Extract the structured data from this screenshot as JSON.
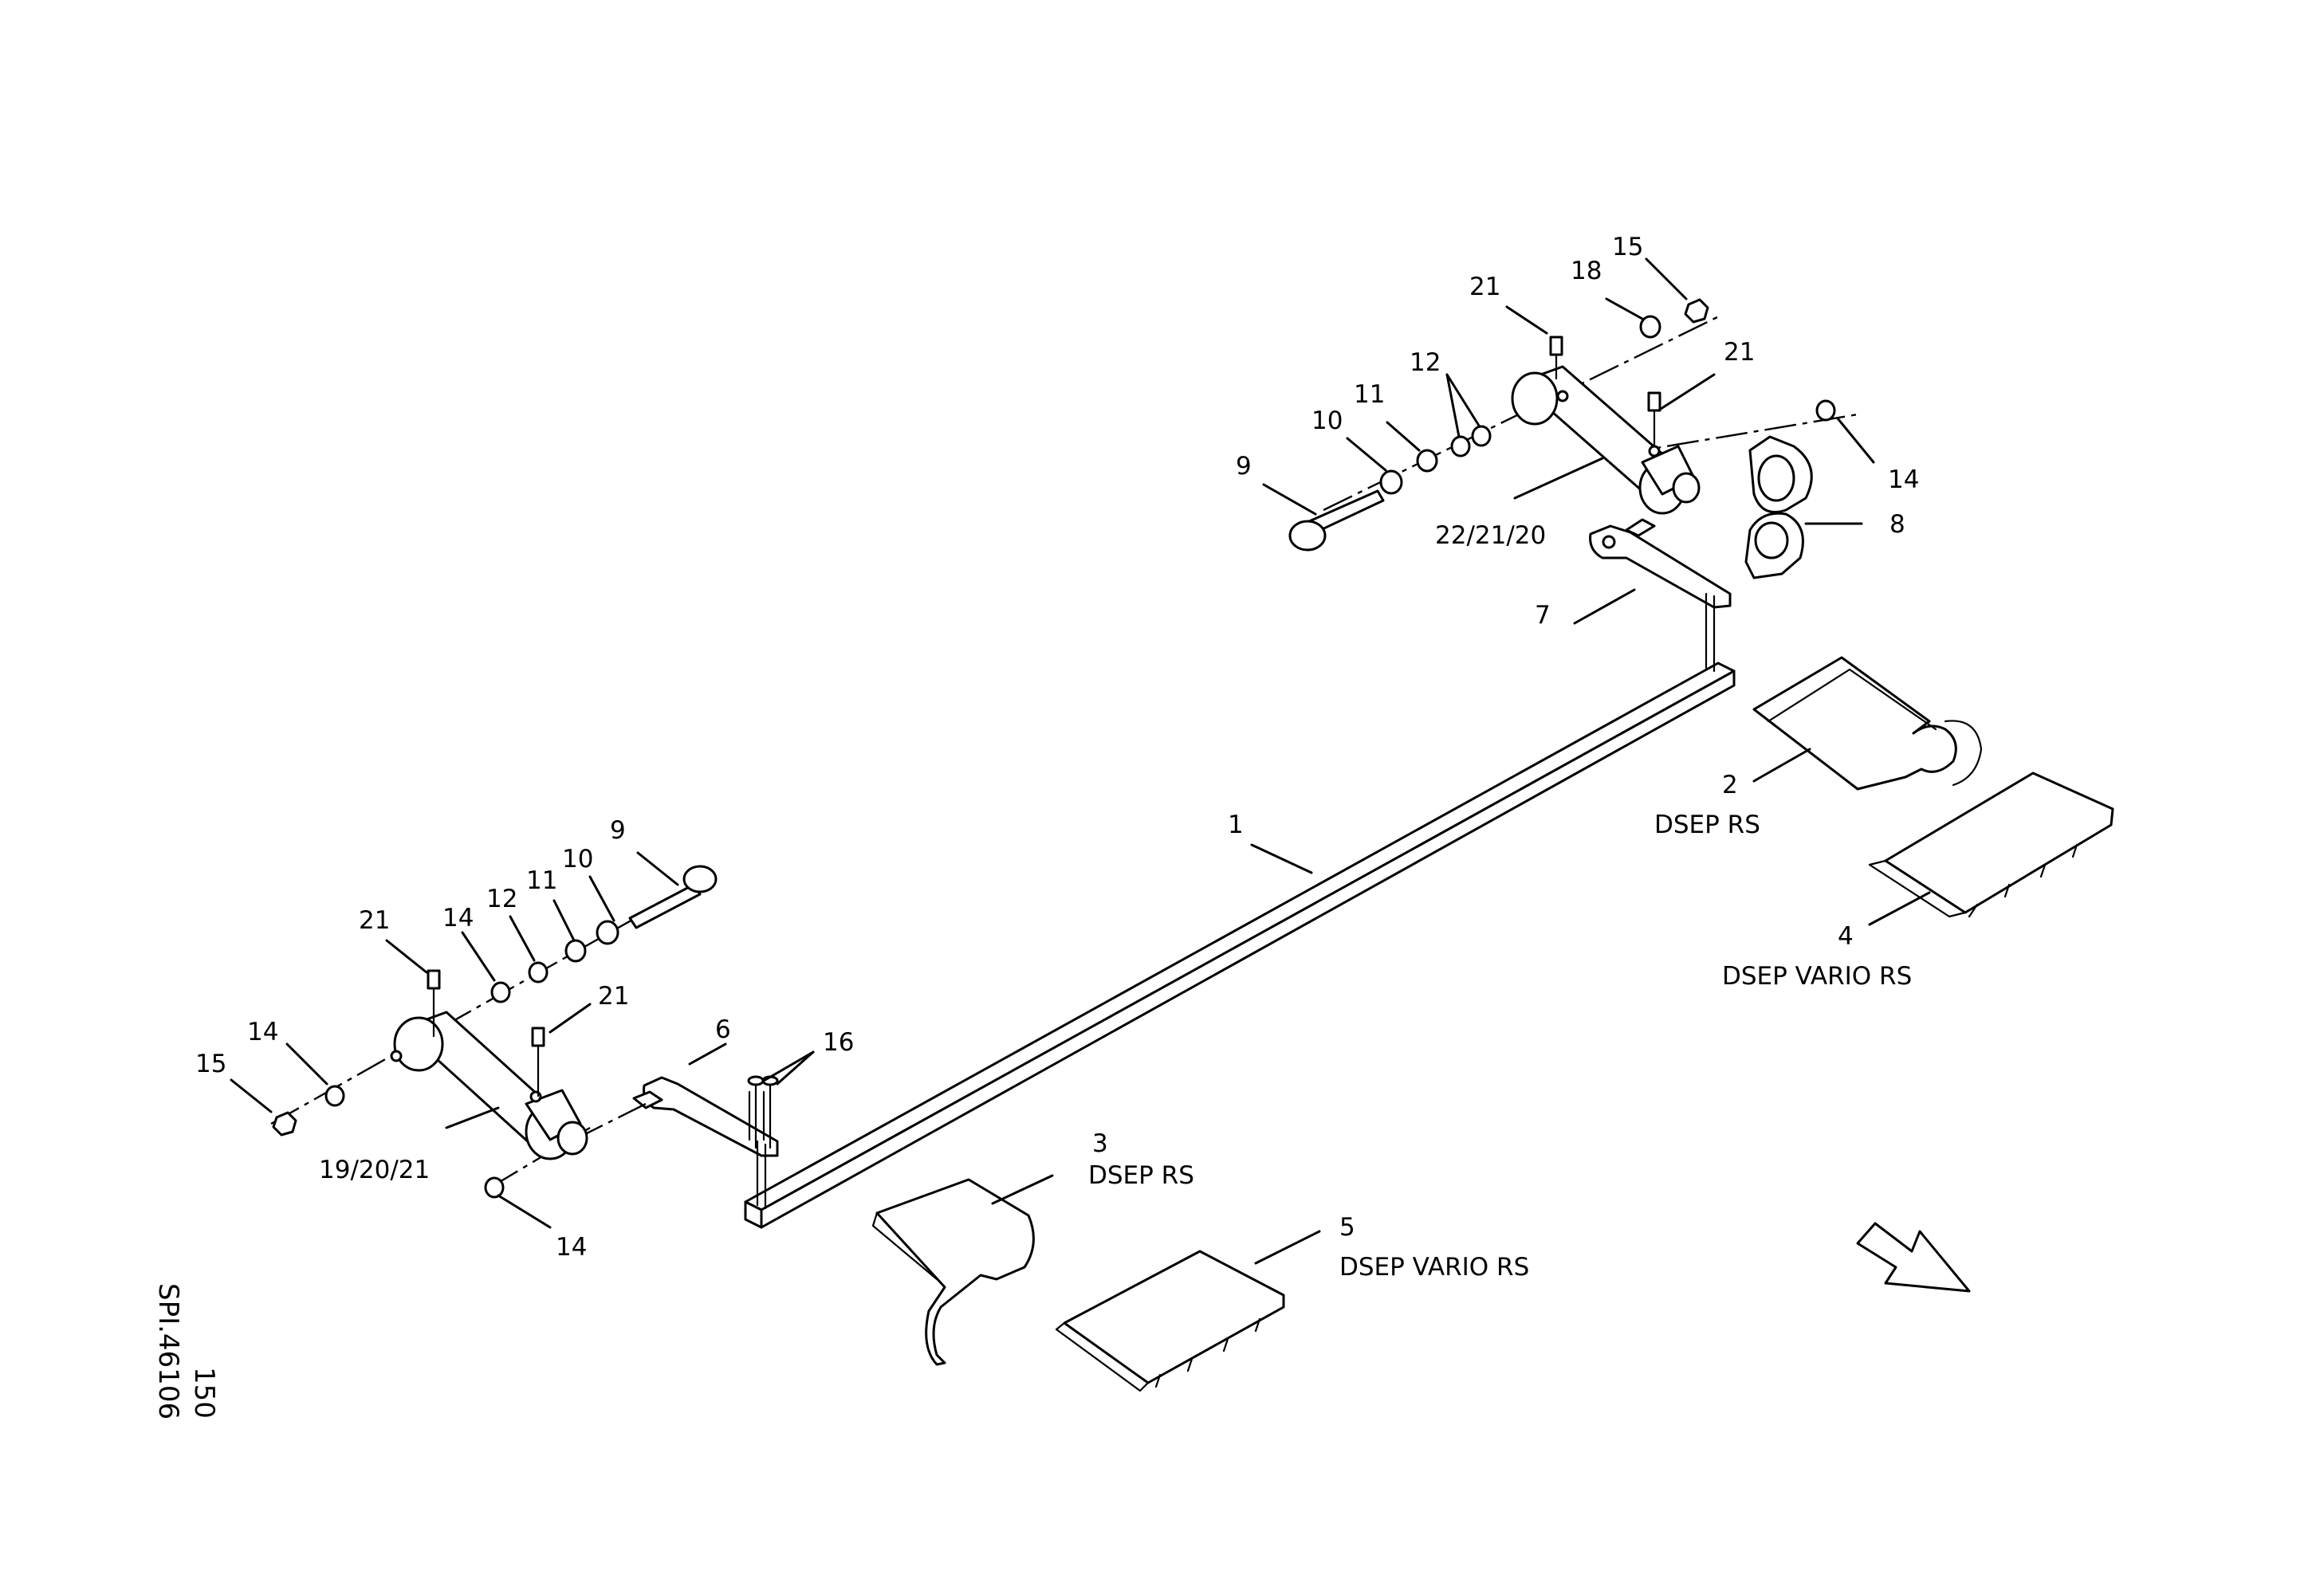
{
  "drawing": {
    "reference": "SPI.46106",
    "page_number": "150"
  },
  "labels": [
    {
      "id": "p1",
      "text": "1"
    },
    {
      "id": "p2",
      "text": "2"
    },
    {
      "id": "p2n",
      "text": "DSEP RS"
    },
    {
      "id": "p3",
      "text": "3"
    },
    {
      "id": "p3n",
      "text": "DSEP RS"
    },
    {
      "id": "p4",
      "text": "4"
    },
    {
      "id": "p4n",
      "text": "DSEP VARIO RS"
    },
    {
      "id": "p5",
      "text": "5"
    },
    {
      "id": "p5n",
      "text": "DSEP VARIO RS"
    },
    {
      "id": "p6",
      "text": "6"
    },
    {
      "id": "p7",
      "text": "7"
    },
    {
      "id": "p8",
      "text": "8"
    },
    {
      "id": "p9r",
      "text": "9"
    },
    {
      "id": "p10r",
      "text": "10"
    },
    {
      "id": "p11r",
      "text": "11"
    },
    {
      "id": "p12r",
      "text": "12"
    },
    {
      "id": "p21ra",
      "text": "21"
    },
    {
      "id": "p18r",
      "text": "18"
    },
    {
      "id": "p15r",
      "text": "15"
    },
    {
      "id": "p21rb",
      "text": "21"
    },
    {
      "id": "p14r",
      "text": "14"
    },
    {
      "id": "p222120",
      "text": "22/21/20"
    },
    {
      "id": "p9l",
      "text": "9"
    },
    {
      "id": "p10l",
      "text": "10"
    },
    {
      "id": "p11l",
      "text": "11"
    },
    {
      "id": "p12l",
      "text": "12"
    },
    {
      "id": "p14la",
      "text": "14"
    },
    {
      "id": "p21la",
      "text": "21"
    },
    {
      "id": "p21lb",
      "text": "21"
    },
    {
      "id": "p14lb",
      "text": "14"
    },
    {
      "id": "p15l",
      "text": "15"
    },
    {
      "id": "p192021",
      "text": "19/20/21"
    },
    {
      "id": "p14lc",
      "text": "14"
    },
    {
      "id": "p16",
      "text": "16"
    }
  ]
}
